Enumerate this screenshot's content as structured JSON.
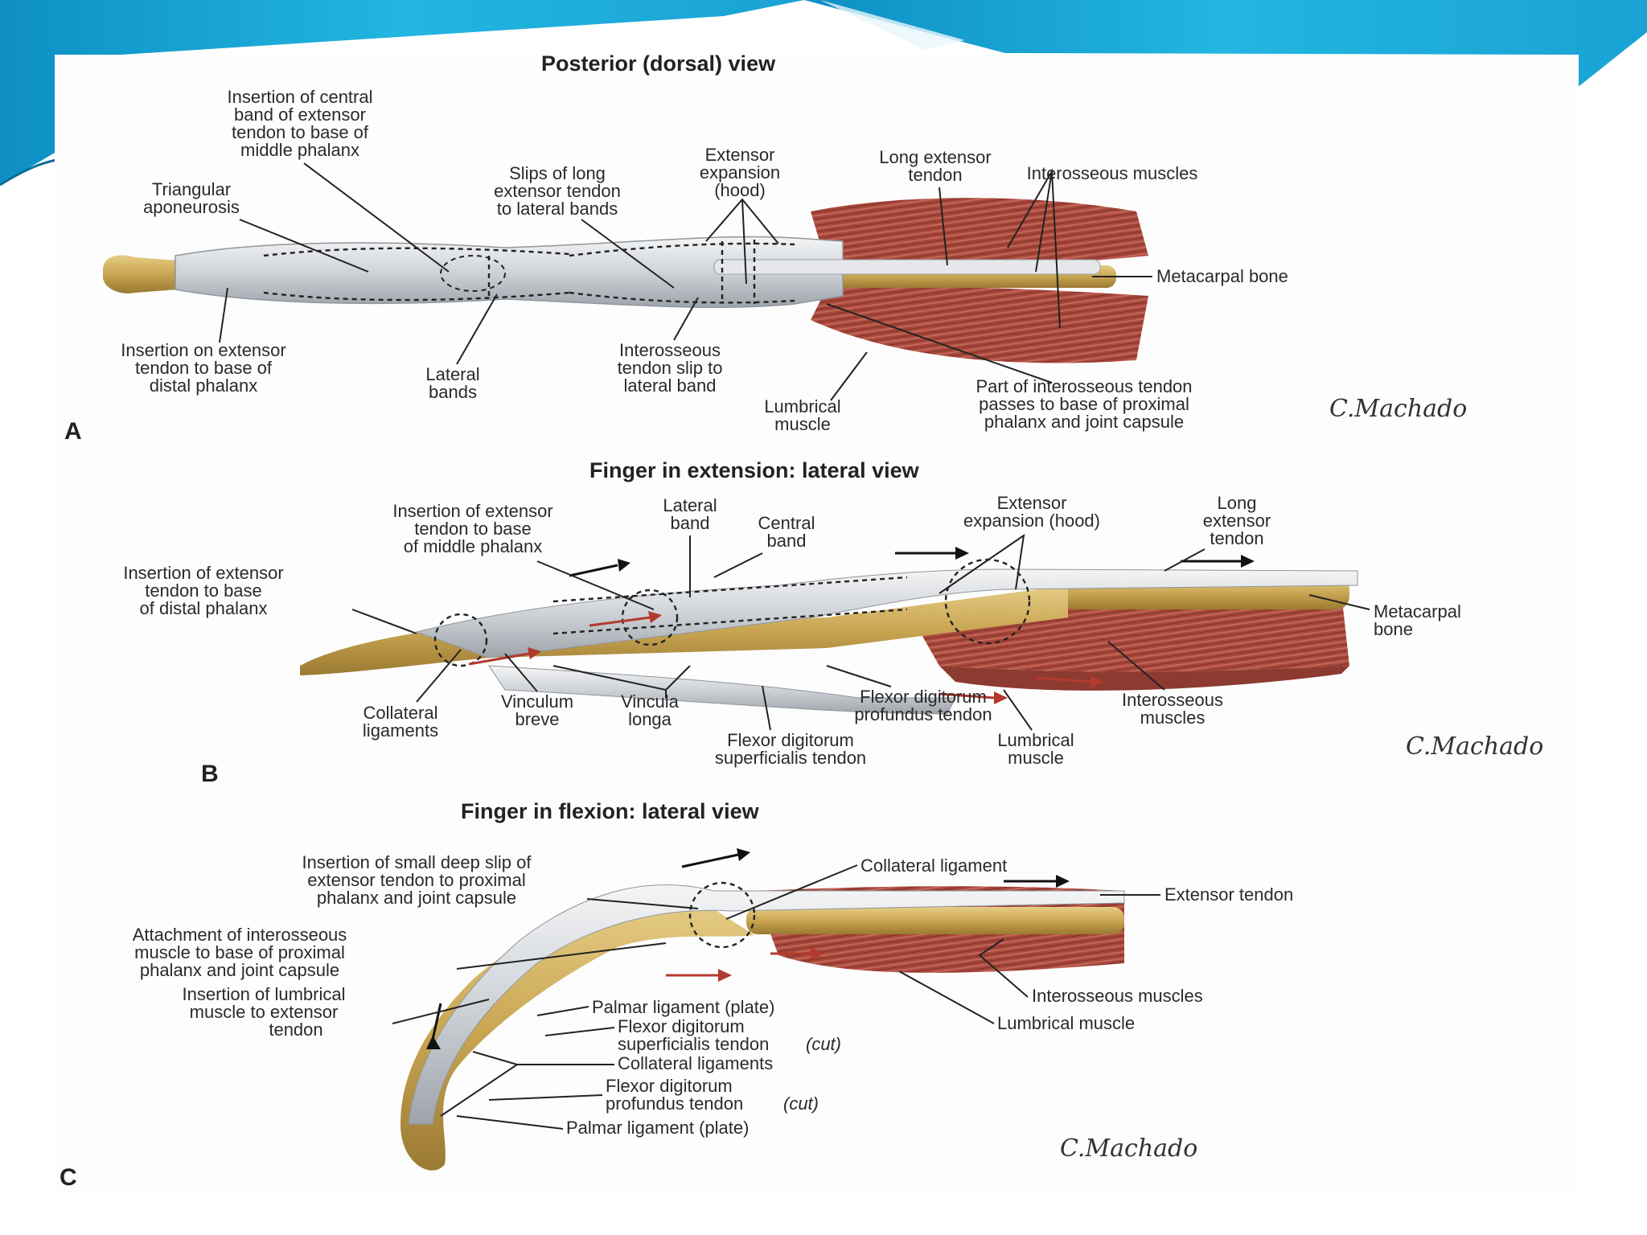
{
  "panelA": {
    "title": "Posterior (dorsal) view",
    "letter": "A",
    "labels": {
      "central_band": [
        "Insertion of central",
        "band of extensor",
        "tendon to base of",
        "middle phalanx"
      ],
      "triangular": [
        "Triangular",
        "aponeurosis"
      ],
      "slips": [
        "Slips of long",
        "extensor tendon",
        "to lateral bands"
      ],
      "hood": [
        "Extensor",
        "expansion",
        "(hood)"
      ],
      "long_ext": [
        "Long extensor",
        "tendon"
      ],
      "interosseous": [
        "Interosseous muscles"
      ],
      "metacarpal": [
        "Metacarpal bone"
      ],
      "distal_ins": [
        "Insertion on extensor",
        "tendon to base of",
        "distal phalanx"
      ],
      "lateral_bands": [
        "Lateral",
        "bands"
      ],
      "slip_lateral": [
        "Interosseous",
        "tendon slip to",
        "lateral band"
      ],
      "lumbrical": [
        "Lumbrical",
        "muscle"
      ],
      "part_inter": [
        "Part of interosseous tendon",
        "passes to base of proximal",
        "phalanx and joint capsule"
      ]
    },
    "signature": "C.Machado"
  },
  "panelB": {
    "title": "Finger in extension: lateral view",
    "letter": "B",
    "labels": {
      "ins_middle": [
        "Insertion of extensor",
        "tendon to base",
        "of middle phalanx"
      ],
      "lateral_band": [
        "Lateral",
        "band"
      ],
      "central_band": [
        "Central",
        "band"
      ],
      "hood": [
        "Extensor",
        "expansion (hood)"
      ],
      "long_ext": [
        "Long",
        "extensor",
        "tendon"
      ],
      "ins_distal": [
        "Insertion of extensor",
        "tendon to base",
        "of distal phalanx"
      ],
      "metacarpal": [
        "Metacarpal",
        "bone"
      ],
      "collateral": [
        "Collateral",
        "ligaments"
      ],
      "vinculum_breve": [
        "Vinculum",
        "breve"
      ],
      "vincula_longa": [
        "Vincula",
        "longa"
      ],
      "fdp": [
        "Flexor digitorum",
        "profundus tendon"
      ],
      "fds": [
        "Flexor digitorum",
        "superficialis tendon"
      ],
      "interosseous": [
        "Interosseous",
        "muscles"
      ],
      "lumbrical": [
        "Lumbrical",
        "muscle"
      ]
    },
    "signature": "C.Machado"
  },
  "panelC": {
    "title": "Finger in flexion: lateral view",
    "letter": "C",
    "labels": {
      "deep_slip": [
        "Insertion of small deep slip of",
        "extensor tendon to proximal",
        "phalanx and joint capsule"
      ],
      "collateral_lig": [
        "Collateral ligament"
      ],
      "ext_tendon": [
        "Extensor tendon"
      ],
      "attach_inter": [
        "Attachment of interosseous",
        "muscle to base of proximal",
        "phalanx and joint capsule"
      ],
      "ins_lumbrical": [
        "Insertion of lumbrical",
        "muscle to extensor",
        "tendon"
      ],
      "palmar1": [
        "Palmar ligament (plate)"
      ],
      "fds_cut_1": "Flexor digitorum",
      "fds_cut_2": "superficialis tendon",
      "fds_cut_3": "(cut)",
      "collaterals": [
        "Collateral ligaments"
      ],
      "fdp_cut_1": "Flexor digitorum",
      "fdp_cut_2": "profundus tendon",
      "fdp_cut_3": "(cut)",
      "palmar2": [
        "Palmar ligament (plate)"
      ],
      "interosseous": [
        "Interosseous muscles"
      ],
      "lumbrical": [
        "Lumbrical muscle"
      ]
    },
    "signature": "C.Machado"
  },
  "colors": {
    "slide_teal": "#1aa7d6",
    "muscle": "#a9483c",
    "bone": "#c9a552",
    "tendon": "#cfd3d8"
  }
}
